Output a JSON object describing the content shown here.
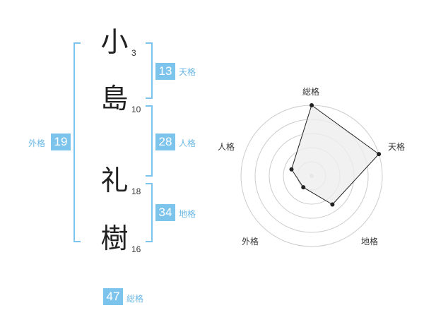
{
  "name_chars": [
    {
      "char": "小",
      "strokes": "3"
    },
    {
      "char": "島",
      "strokes": "10"
    },
    {
      "char": "礼",
      "strokes": "18"
    },
    {
      "char": "樹",
      "strokes": "16"
    }
  ],
  "fortunes": {
    "ten": {
      "value": "13",
      "label": "天格"
    },
    "jin": {
      "value": "28",
      "label": "人格"
    },
    "chi": {
      "value": "34",
      "label": "地格"
    },
    "gai": {
      "value": "19",
      "label": "外格"
    },
    "sou": {
      "value": "47",
      "label": "総格"
    }
  },
  "colors": {
    "accent": "#7cc4ec",
    "text": "#222222",
    "radar_line": "#222222",
    "radar_fill": "#eeeeee",
    "ring": "#cccccc"
  },
  "chart_data": {
    "type": "radar",
    "axes": [
      "総格",
      "天格",
      "地格",
      "外格",
      "人格"
    ],
    "values": [
      5,
      5,
      2.5,
      1,
      1.5
    ],
    "rmax": 5,
    "rings": 5
  }
}
